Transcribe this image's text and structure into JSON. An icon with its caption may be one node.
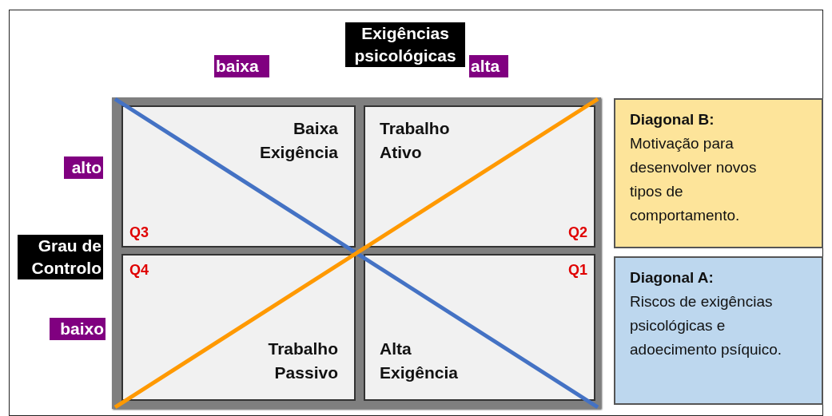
{
  "diagram": {
    "nodes": [
      {
        "text": [],
        "shape": "box"
      },
      {
        "text": [
          "Baixa Exigência",
          "Q3"
        ],
        "in": 0
      },
      {
        "text": [
          "Trabalho Ativo",
          "Q2"
        ],
        "in": 0
      },
      {
        "text": [
          "Trabalho Passivo",
          "Q4"
        ],
        "in": 0
      },
      {
        "text": [
          "Alta Exigência",
          "Q1"
        ],
        "in": 0
      },
      {
        "text": [
          "Diagonal B:",
          "Motivação para desenvolver novos tipos de comportamento."
        ]
      },
      {
        "text": [
          "Diagonal A:",
          "Riscos de exigências psicológicas e adoecimento psíquico."
        ]
      }
    ],
    "labels": [
      "Exigências psicológicas",
      "baixa",
      "alta",
      "alto",
      "Grau de Controlo",
      "baixo"
    ]
  }
}
